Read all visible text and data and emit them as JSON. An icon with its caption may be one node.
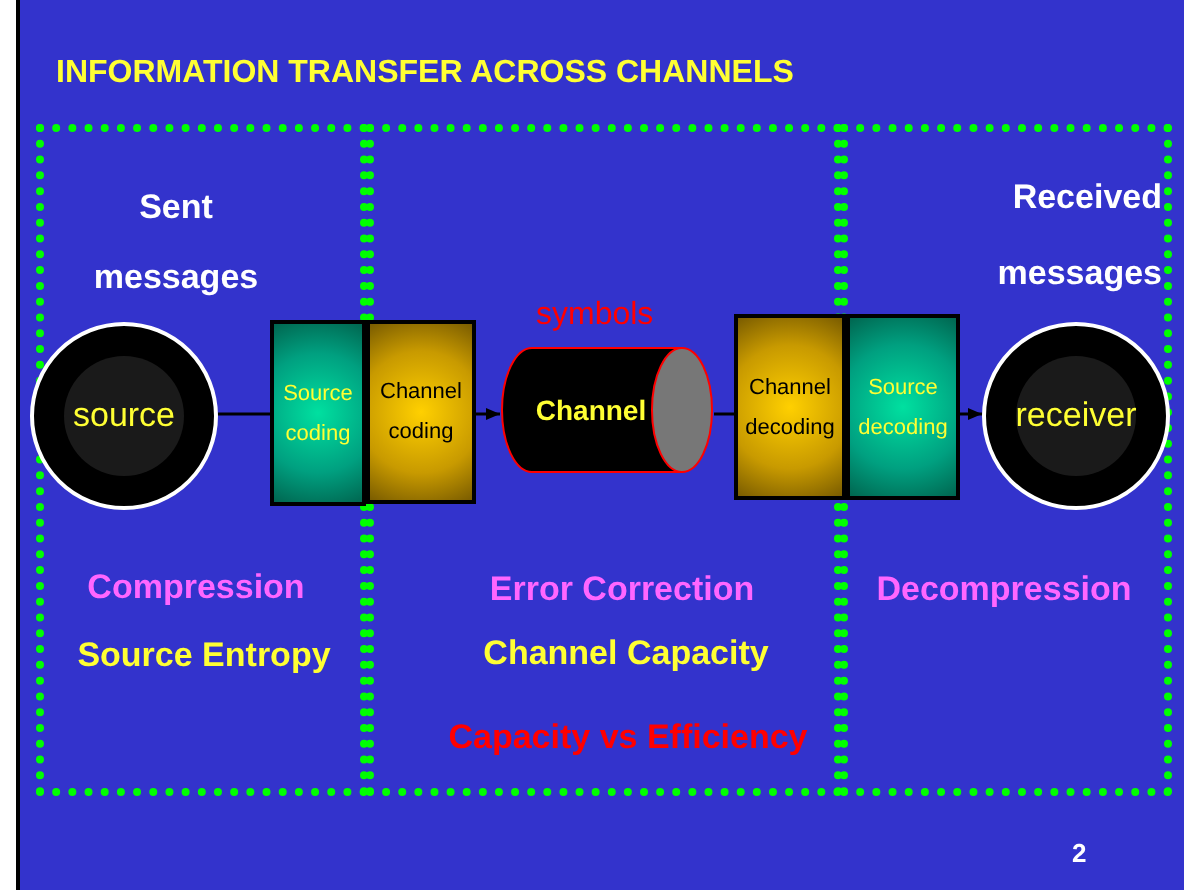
{
  "diagram": {
    "title": "INFORMATION TRANSFER ACROSS CHANNELS",
    "nodes": [
      {
        "text": [
          "Sent messages",
          "Compression",
          "Source Entropy"
        ]
      },
      {
        "text": [
          "Error Correction",
          "Channel Capacity",
          "Capacity vs Efficiency"
        ]
      },
      {
        "text": [
          "Received messages",
          "Decompression"
        ]
      },
      {
        "text": [
          "source"
        ],
        "in": 0
      },
      {
        "text": [
          "Source coding"
        ],
        "in": 0
      },
      {
        "text": [
          "Channel coding"
        ],
        "in": 1
      },
      {
        "text": [
          "Channel"
        ],
        "in": 1,
        "beside": [
          "symbols"
        ]
      },
      {
        "text": [
          "Channel decoding"
        ],
        "in": 1
      },
      {
        "text": [
          "Source decoding"
        ],
        "in": 2
      },
      {
        "text": [
          "receiver"
        ],
        "in": 2
      }
    ],
    "edges": [
      {
        "from": 3,
        "to": 4,
        "arrow": "none"
      },
      {
        "from": 5,
        "to": 6,
        "arrow": "to"
      },
      {
        "from": 6,
        "to": 7,
        "arrow": "none"
      },
      {
        "from": 8,
        "to": 9,
        "arrow": "to"
      }
    ],
    "labels": [
      "2"
    ]
  }
}
